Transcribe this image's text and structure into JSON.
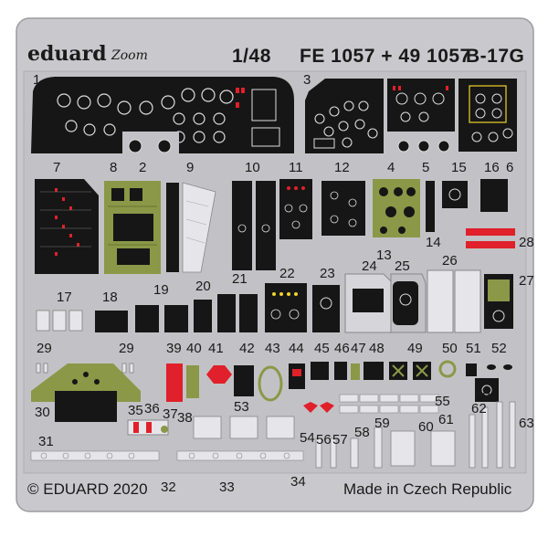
{
  "header": {
    "brand": "eduard",
    "brand_mark": "Zoom",
    "scale": "1/48",
    "code": "FE 1057 + 49 1057",
    "model": "B-17G"
  },
  "footer": {
    "copyright": "© EDUARD 2020",
    "origin": "Made in Czech Republic"
  },
  "part_numbers": [
    "1",
    "2",
    "3",
    "4",
    "5",
    "6",
    "7",
    "8",
    "9",
    "10",
    "11",
    "12",
    "13",
    "14",
    "15",
    "16",
    "17",
    "18",
    "19",
    "20",
    "21",
    "22",
    "23",
    "24",
    "25",
    "26",
    "27",
    "28",
    "29",
    "29",
    "30",
    "31",
    "32",
    "33",
    "34",
    "35",
    "36",
    "37",
    "38",
    "39",
    "40",
    "41",
    "42",
    "43",
    "44",
    "45",
    "46",
    "47",
    "48",
    "48",
    "49",
    "50",
    "51",
    "52",
    "53",
    "54",
    "55",
    "56",
    "57",
    "58",
    "59",
    "60",
    "61",
    "62",
    "63"
  ],
  "colors": {
    "fret": "#c8c8cc",
    "panel": "#161616",
    "interior_green": "#8a9848",
    "red": "#e0202a",
    "yellow": "#f2d22a"
  }
}
